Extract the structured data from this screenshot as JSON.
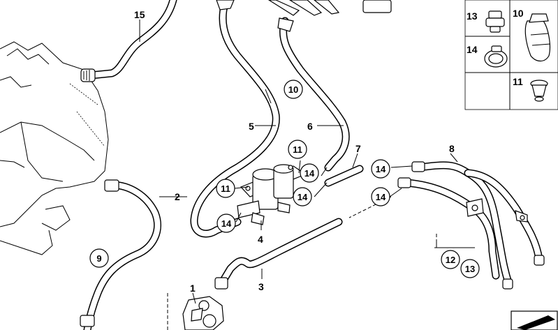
{
  "callouts": {
    "c1": "1",
    "c2": "2",
    "c3": "3",
    "c4": "4",
    "c5": "5",
    "c6": "6",
    "c7": "7",
    "c8": "8",
    "c9": "9",
    "c10": "10",
    "c11a": "11",
    "c11b": "11",
    "c12": "12",
    "c13": "13",
    "c14a": "14",
    "c14b": "14",
    "c14c": "14",
    "c14d": "14",
    "c14e": "14",
    "c15": "15"
  },
  "legend_panel": {
    "p13": "13",
    "p10": "10",
    "p14": "14",
    "p11": "11"
  }
}
